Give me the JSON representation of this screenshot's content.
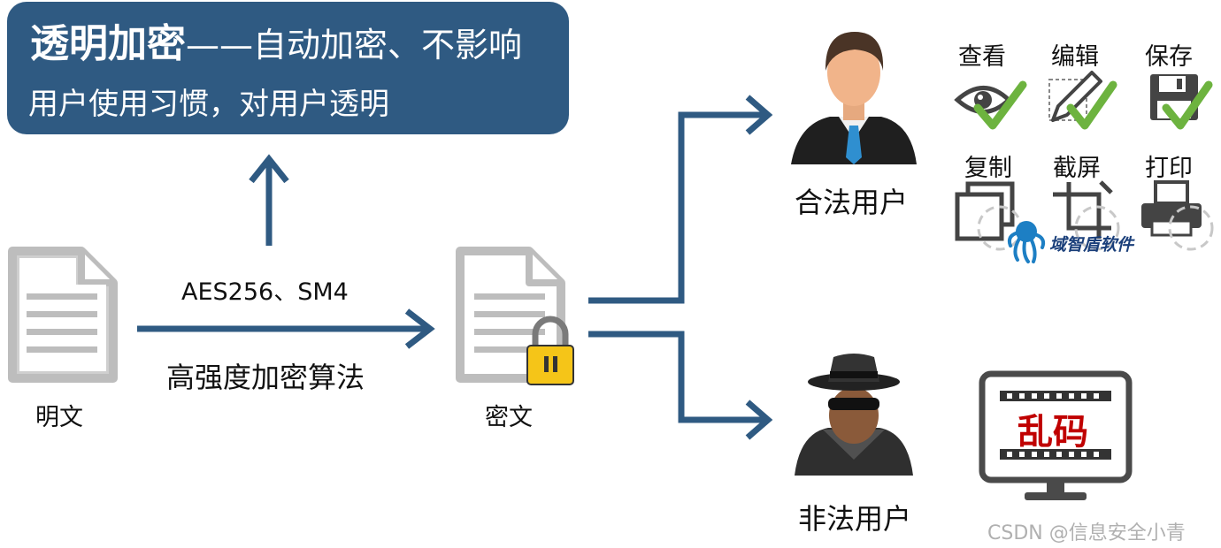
{
  "banner": {
    "bold": "透明加密",
    "rest": "——自动加密、不影响",
    "line2": "用户使用习惯，对用户透明"
  },
  "plaintext_label": "明文",
  "ciphertext_label": "密文",
  "algorithm_top": "AES256、SM4",
  "algorithm_bottom": "高强度加密算法",
  "legal_user_label": "合法用户",
  "illegal_user_label": "非法用户",
  "permissions": {
    "view": "查看",
    "edit": "编辑",
    "save": "保存",
    "copy": "复制",
    "screenshot": "截屏",
    "print": "打印"
  },
  "brand_logo_text": "域智盾软件",
  "garbled_text": "乱码",
  "watermark": "CSDN @信息安全小青",
  "colors": {
    "arrow": "#2f5a82",
    "banner": "#2f5a82",
    "check": "#6db33f",
    "lock": "#f5c518"
  }
}
